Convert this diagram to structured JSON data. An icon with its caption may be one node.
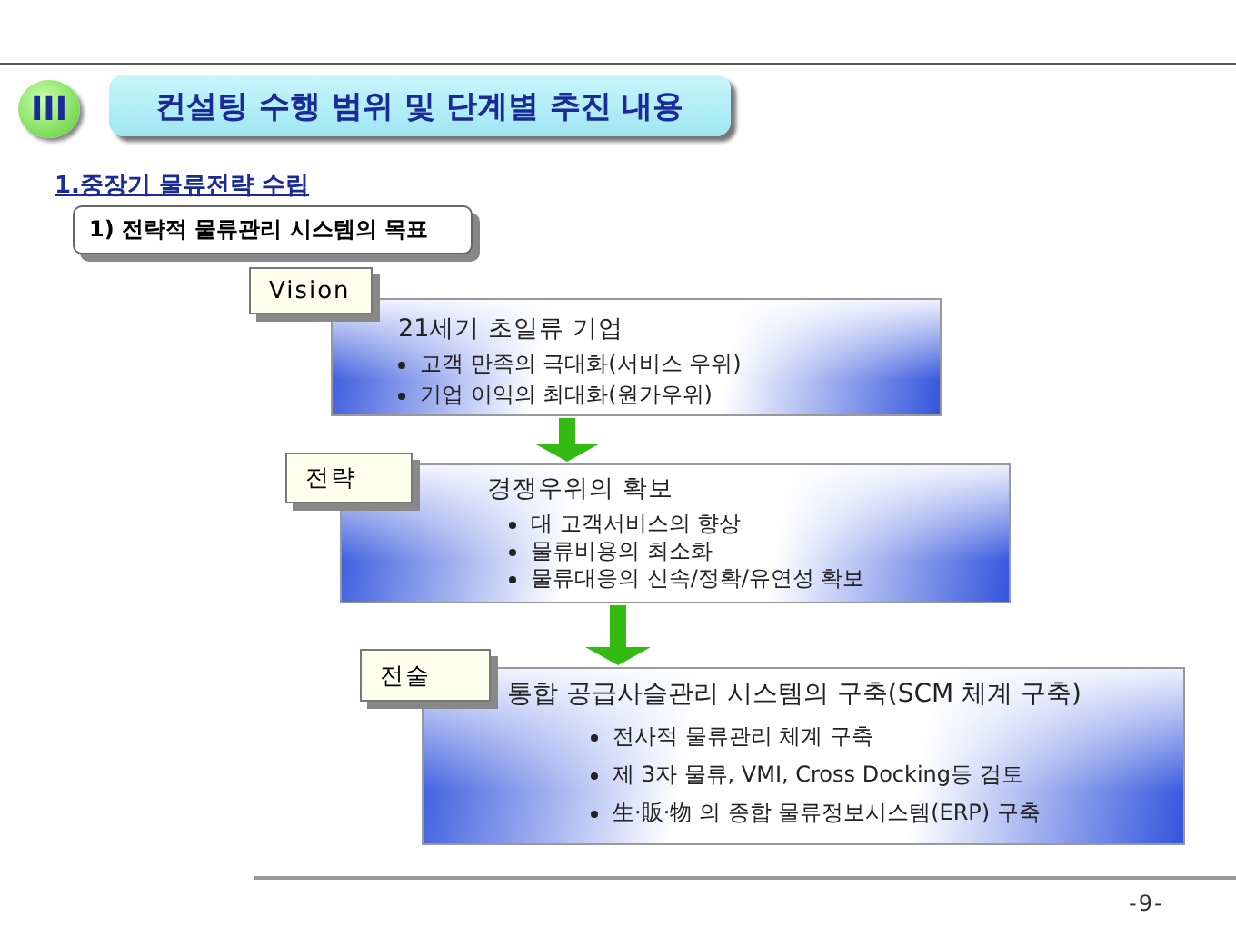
{
  "diagram": {
    "nodes": [
      {
        "text": [
          "III"
        ]
      },
      {
        "text": [
          "컨설팅 수행 범위 및 단계별 추진 내용"
        ]
      },
      {
        "text": [
          "1) 전략적  물류관리 시스템의 목표"
        ]
      },
      {
        "text": [
          "Vision"
        ]
      },
      {
        "text": [
          "21세기 초일류 기업",
          "고객 만족의 극대화(서비스 우위)",
          "기업 이익의 최대화(원가우위)"
        ]
      },
      {
        "text": [
          "전략"
        ]
      },
      {
        "text": [
          "경쟁우위의 확보",
          "대 고객서비스의 향상",
          "물류비용의 최소화",
          "물류대응의 신속/정확/유연성 확보"
        ]
      },
      {
        "text": [
          "전술"
        ]
      },
      {
        "text": [
          "통합 공급사슬관리 시스템의 구축(SCM 체계 구축)",
          "전사적 물류관리 체계 구축",
          "제 3자 물류, VMI, Cross Docking등 검토",
          "生·販·物 의 종합 물류정보시스템(ERP) 구축"
        ]
      }
    ],
    "edges": [
      {
        "from": 4,
        "to": 6,
        "arrow": "to"
      },
      {
        "from": 6,
        "to": 8,
        "arrow": "to"
      }
    ],
    "labels": [
      "1.중장기 물류전략 수립",
      "-9-"
    ]
  }
}
